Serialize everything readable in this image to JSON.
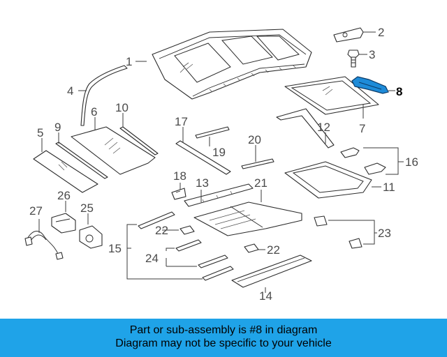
{
  "callouts": {
    "c1": "1",
    "c2": "2",
    "c3": "3",
    "c4": "4",
    "c5": "5",
    "c6": "6",
    "c7": "7",
    "c8": "8",
    "c9": "9",
    "c10": "10",
    "c11": "11",
    "c12": "12",
    "c13": "13",
    "c14": "14",
    "c15": "15",
    "c16": "16",
    "c17": "17",
    "c18": "18",
    "c19": "19",
    "c20": "20",
    "c21": "21",
    "c22a": "22",
    "c22b": "22",
    "c23": "23",
    "c24": "24",
    "c25": "25",
    "c26": "26",
    "c27": "27"
  },
  "highlight": {
    "part": "8",
    "color": "#1e8bd8"
  },
  "banner": {
    "line1": "Part or sub-assembly is #8 in diagram",
    "line2": "Diagram may not be specific to your vehicle",
    "background": "#1fa3e8"
  }
}
